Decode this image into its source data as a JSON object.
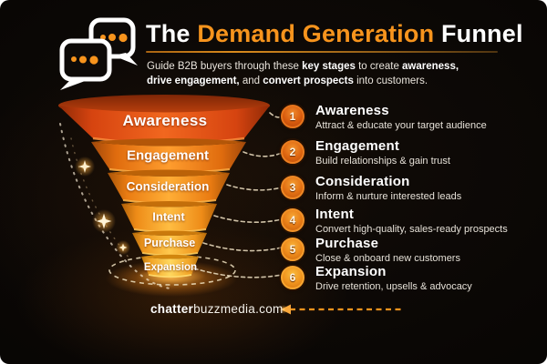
{
  "header": {
    "title": {
      "prefix": "The ",
      "highlight": "Demand Generation",
      "suffix": " Funnel"
    },
    "subtitle": {
      "r1": "Guide B2B buyers through these ",
      "r2": "key stages",
      "r3": " to create ",
      "r4": "awareness,",
      "r5": "drive engagement,",
      "r6": " and ",
      "r7": "convert prospects",
      "r8": " into customers."
    }
  },
  "stages": [
    {
      "number": "1",
      "label": "Awareness",
      "desc": "Attract & educate your target audience",
      "color": "#e0521a",
      "badge_color": "#d95c0e"
    },
    {
      "number": "2",
      "label": "Engagement",
      "desc": "Build relationships & gain trust",
      "color": "#ee7a12",
      "badge_color": "#de6610"
    },
    {
      "number": "3",
      "label": "Consideration",
      "desc": "Inform & nurture interested leads",
      "color": "#f18a16",
      "badge_color": "#e27013"
    },
    {
      "number": "4",
      "label": "Intent",
      "desc": "Convert high-quality, sales-ready prospects",
      "color": "#f39a1c",
      "badge_color": "#e77c16"
    },
    {
      "number": "5",
      "label": "Purchase",
      "desc": "Close & onboard new customers",
      "color": "#f5a622",
      "badge_color": "#ec881a"
    },
    {
      "number": "6",
      "label": "Expansion",
      "desc": "Drive retention, upsells & advocacy",
      "color": "#f7b22a",
      "badge_color": "#f0941e"
    }
  ],
  "footer": {
    "url_bold": "chatter",
    "url_rest": "buzzmedia.com"
  },
  "colors": {
    "accent_orange": "#f7941d",
    "background": "#0a0705",
    "title_white": "#ffffff",
    "dash_cream": "#f0e2c4"
  },
  "icons": {
    "logo": "chat-bubbles-logo",
    "footer_arrow": "dashed-arrow-left-icon",
    "sparkles": "sparkle-star-icons"
  }
}
